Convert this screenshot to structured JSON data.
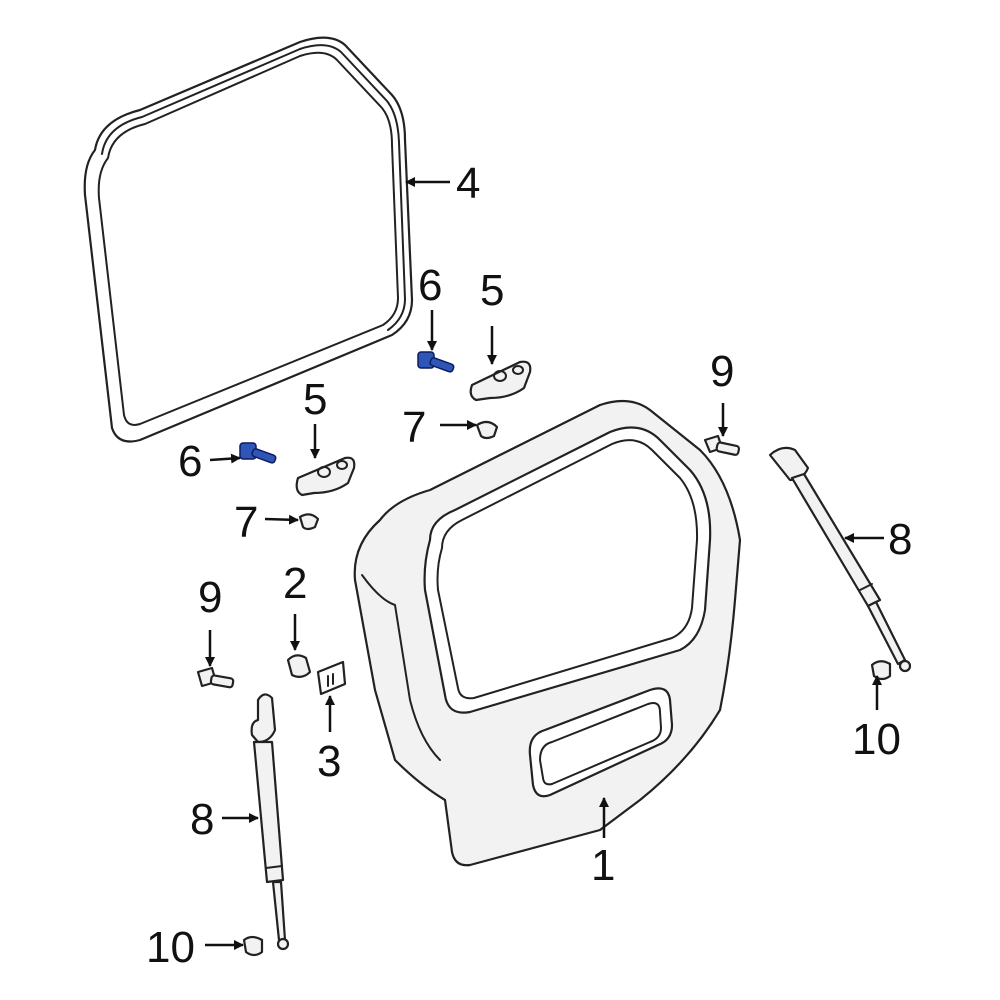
{
  "callouts": {
    "c1": "1",
    "c2": "2",
    "c3": "3",
    "c4": "4",
    "c5a": "5",
    "c5b": "5",
    "c6a": "6",
    "c6b": "6",
    "c7a": "7",
    "c7b": "7",
    "c8a": "8",
    "c8b": "8",
    "c9a": "9",
    "c9b": "9",
    "c10a": "10",
    "c10b": "10"
  },
  "colors": {
    "highlight_part": "#2f55b8",
    "line": "#222222",
    "fill": "#f2f2f2"
  }
}
